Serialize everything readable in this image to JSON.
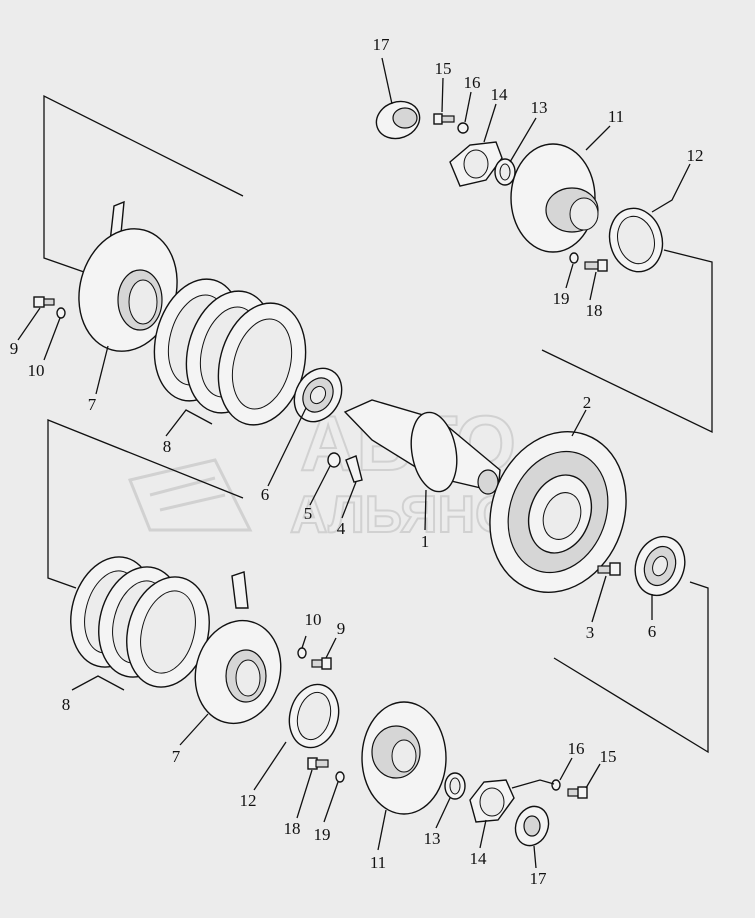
{
  "watermark": {
    "line1": "АВТО",
    "line2": "АЛЬЯНС"
  },
  "callouts": [
    {
      "id": "c17a",
      "label": "17"
    },
    {
      "id": "c15a",
      "label": "15"
    },
    {
      "id": "c16a",
      "label": "16"
    },
    {
      "id": "c14a",
      "label": "14"
    },
    {
      "id": "c13a",
      "label": "13"
    },
    {
      "id": "c11a",
      "label": "11"
    },
    {
      "id": "c12a",
      "label": "12"
    },
    {
      "id": "c19a",
      "label": "19"
    },
    {
      "id": "c18a",
      "label": "18"
    },
    {
      "id": "c9a",
      "label": "9"
    },
    {
      "id": "c10a",
      "label": "10"
    },
    {
      "id": "c7a",
      "label": "7"
    },
    {
      "id": "c8a",
      "label": "8"
    },
    {
      "id": "c6a",
      "label": "6"
    },
    {
      "id": "c5",
      "label": "5"
    },
    {
      "id": "c4",
      "label": "4"
    },
    {
      "id": "c1",
      "label": "1"
    },
    {
      "id": "c2",
      "label": "2"
    },
    {
      "id": "c3",
      "label": "3"
    },
    {
      "id": "c6b",
      "label": "6"
    },
    {
      "id": "c8b",
      "label": "8"
    },
    {
      "id": "c7b",
      "label": "7"
    },
    {
      "id": "c10b",
      "label": "10"
    },
    {
      "id": "c9b",
      "label": "9"
    },
    {
      "id": "c12b",
      "label": "12"
    },
    {
      "id": "c18b",
      "label": "18"
    },
    {
      "id": "c19b",
      "label": "19"
    },
    {
      "id": "c11b",
      "label": "11"
    },
    {
      "id": "c13b",
      "label": "13"
    },
    {
      "id": "c14b",
      "label": "14"
    },
    {
      "id": "c16b",
      "label": "16"
    },
    {
      "id": "c15b",
      "label": "15"
    },
    {
      "id": "c17b",
      "label": "17"
    }
  ]
}
